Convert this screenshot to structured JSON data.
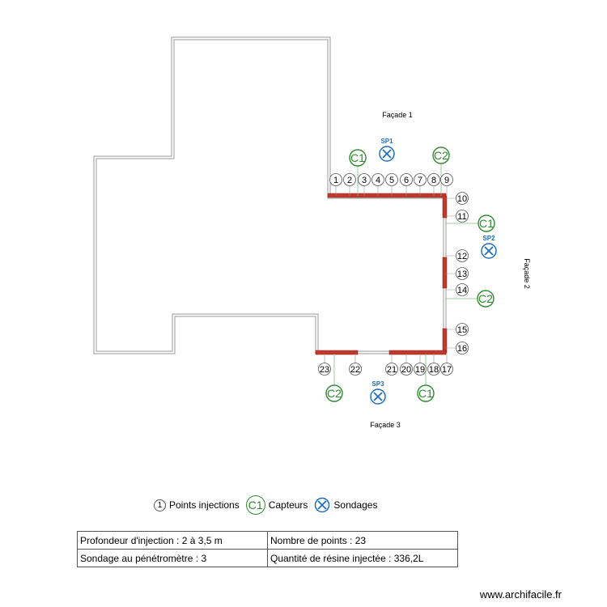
{
  "facades": {
    "f1": "Façade 1",
    "f2": "Façade 2",
    "f3": "Façade 3"
  },
  "injection_points": [
    "1",
    "2",
    "3",
    "4",
    "5",
    "6",
    "7",
    "8",
    "9",
    "10",
    "11",
    "12",
    "13",
    "14",
    "15",
    "16",
    "17",
    "18",
    "19",
    "20",
    "21",
    "22",
    "23"
  ],
  "sensors": [
    "C1",
    "C2",
    "C1",
    "C2",
    "C2",
    "C1"
  ],
  "soundings": [
    "SP1",
    "SP2",
    "SP3"
  ],
  "legend": {
    "points_symbol": "1",
    "points_label": "Points injections",
    "sensors_symbol": "C1",
    "sensors_label": "Capteurs",
    "soundings_label": "Sondages"
  },
  "info_table": {
    "depth": "Profondeur d'injection : 2 à 3,5 m",
    "count": "Nombre de points : 23",
    "penetrometer": "Sondage au pénétromètre : 3",
    "resin": "Quantité de résine injectée : 336,2L"
  },
  "watermark": "www.archifacile.fr",
  "colors": {
    "wall": "#9a9a9a",
    "injected_wall": "#c0392b",
    "sensor": "#2e8b2e",
    "sounding": "#1f6fbf"
  }
}
